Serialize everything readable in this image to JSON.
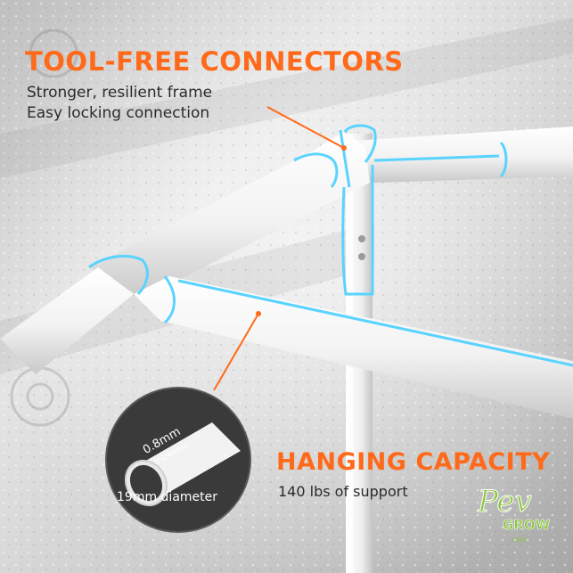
{
  "feature_top": {
    "title": "TOOL-FREE CONNECTORS",
    "lines": [
      "Stronger, resilient frame",
      "Easy locking connection"
    ]
  },
  "feature_bottom": {
    "title": "HANGING CAPACITY",
    "line": "140 lbs of support"
  },
  "detail_badge": {
    "thickness_value": "0.8mm",
    "thickness_label": "thickness",
    "diameter": "19mm diameter"
  },
  "logo": {
    "line1": "Pev",
    "line2": "GROW",
    "line3": ".com"
  },
  "colors": {
    "accent": "#ff6a1a",
    "highlight": "#5ad3ff",
    "badge_bg": "#3a3a3a",
    "logo_green": "#8cc63f"
  }
}
